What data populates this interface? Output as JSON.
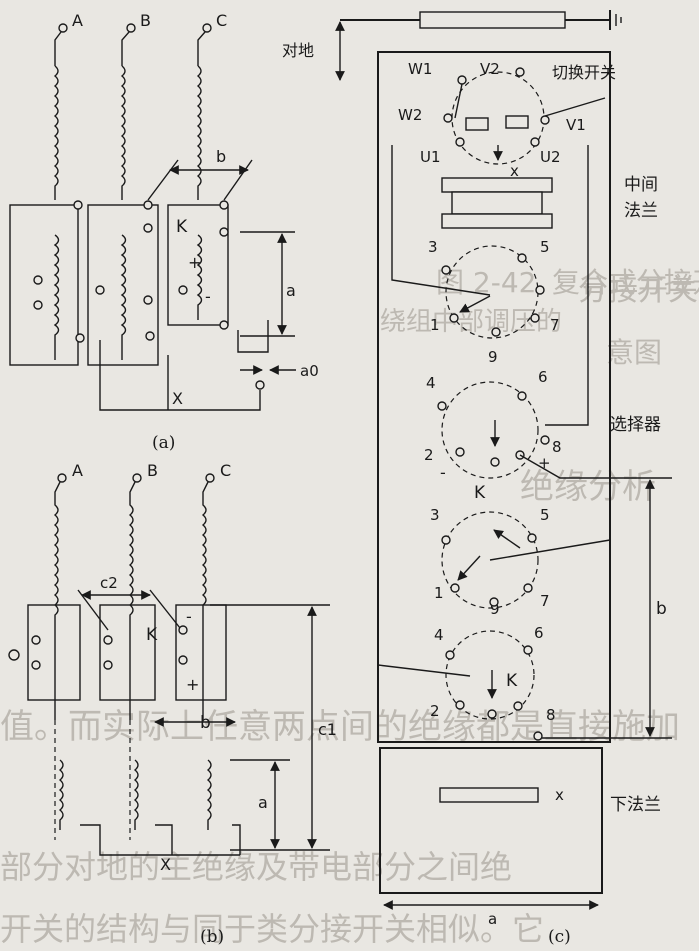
{
  "ghost_text": {
    "line1": "分接开关",
    "line2": "绕组中部调压的",
    "line3": "复合式分接开关",
    "line4": "意图",
    "line5": "绝缘分析",
    "line6": "值。而实际上任意两点间的绝缘都是直接施加",
    "line7": "部分对地的主绝缘及带电部分之间绝",
    "line8": "开关的结构与同于类分接开关相似。它",
    "fig_ref": "图 2-42"
  },
  "diagram_a": {
    "phase_a": "A",
    "phase_b": "B",
    "phase_c": "C",
    "switch_k": "K",
    "dim_b": "b",
    "dim_a": "a",
    "dim_a0": "a0",
    "plus": "+",
    "minus": "-",
    "neutral": "X",
    "caption": "(a)"
  },
  "diagram_b": {
    "phase_a": "A",
    "phase_b": "B",
    "phase_c": "C",
    "switch_k": "K",
    "dim_c2": "c2",
    "dim_c1": "c1",
    "dim_b": "b",
    "dim_a": "a",
    "plus": "+",
    "minus": "-",
    "neutral": "X",
    "caption": "(b)"
  },
  "diagram_c": {
    "ground_label": "对地",
    "changeover_label": "切换开关",
    "mid_flange_line1": "中间",
    "mid_flange_line2": "法兰",
    "selector_label": "选择器",
    "lower_flange_label": "下法兰",
    "w1": "W1",
    "v2": "V2",
    "w2": "W2",
    "v1": "V1",
    "u1": "U1",
    "u2": "U2",
    "x_mid": "x",
    "x_low": "x",
    "upper_taps": [
      "3",
      "5",
      "1",
      "7",
      "9"
    ],
    "lower_taps": [
      "4",
      "6",
      "2",
      "8"
    ],
    "lower_taps_2": [
      "3",
      "5",
      "1",
      "9",
      "7"
    ],
    "lower_taps_3": [
      "4",
      "6",
      "2",
      "8"
    ],
    "k1": "K",
    "k2": "K",
    "plus": "+",
    "minus": "-",
    "dim_b": "b",
    "dim_a": "a",
    "caption": "(c)"
  },
  "colors": {
    "ink": "#1a1a1a",
    "paper": "#e9e7e2",
    "ghost": "#bdb9b2"
  }
}
